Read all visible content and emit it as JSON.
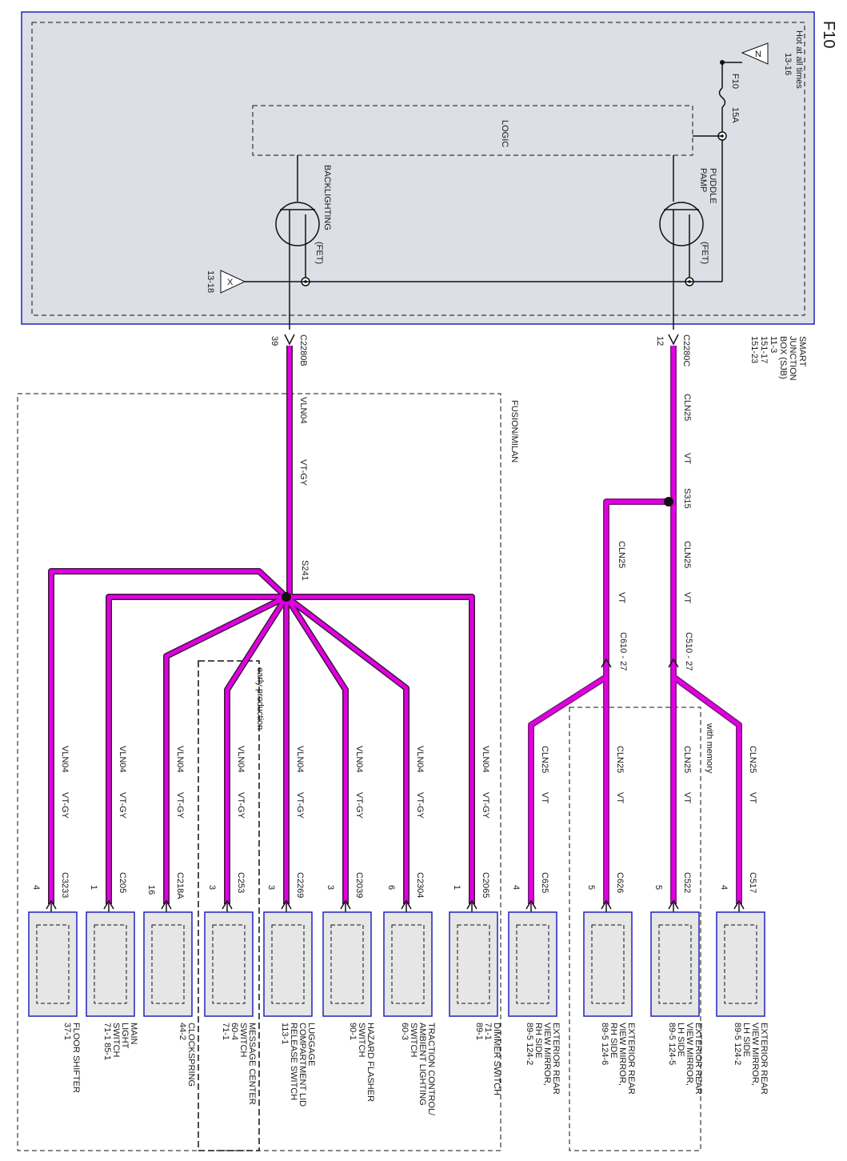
{
  "page_label": "F10",
  "colors": {
    "wire": "#e000e0",
    "wire_dark": "#7a1a7a",
    "box_blue": "#2222bb",
    "box_fill": "#e6e6e6",
    "line": "#111111"
  },
  "power": {
    "hot_label": "Hot at all times",
    "hot_ref": "13-16",
    "hot_letter": "N",
    "fuse_name": "F10",
    "fuse_rating": "15A",
    "logic_label": "LOGIC",
    "puddle_label_1": "PUDDLE",
    "puddle_label_2": "PAMP",
    "backlight_label": "BACKLIGHTING",
    "fet_label": "(FET)",
    "ground_letter": "X",
    "ground_ref": "13-18"
  },
  "sjb": {
    "label_lines": [
      "SMART",
      "JUNCTION",
      "BOX (SJB)",
      "11-3",
      "151-17",
      "151-23"
    ],
    "conn_c": "C2280C",
    "pin_c": "12",
    "conn_b": "C2280B",
    "pin_b": "39"
  },
  "upper_circuit": {
    "circuit": "CLN25",
    "color": "VT",
    "splice": "S315",
    "conn_left": "C610 - 27",
    "conn_right": "C510 - 27",
    "with_memory": "with memory"
  },
  "lower_circuit": {
    "region_label": "FUSION/MILAN",
    "circuit": "VLN04",
    "color": "VT-GY",
    "splice": "S241",
    "early_production": "early production"
  },
  "components": [
    {
      "conn": "C517",
      "pin": "4",
      "wire_circuit": "CLN25",
      "wire_color": "VT",
      "lines": [
        "EXTERIOR REAR",
        "VIEW MIRROR,",
        "LH SIDE",
        "89-5   124-2"
      ]
    },
    {
      "conn": "C522",
      "pin": "5",
      "wire_circuit": "CLN25",
      "wire_color": "VT",
      "lines": [
        "EXTERIOR REAR",
        "VIEW MIRROR,",
        "LH SIDE",
        "89-5   124-5"
      ]
    },
    {
      "conn": "C626",
      "pin": "5",
      "wire_circuit": "CLN25",
      "wire_color": "VT",
      "lines": [
        "EXTERIOR REAR",
        "VIEW MIRROR,",
        "RH SIDE",
        "89-5   124-6"
      ]
    },
    {
      "conn": "C625",
      "pin": "4",
      "wire_circuit": "CLN25",
      "wire_color": "VT",
      "lines": [
        "EXTERIOR REAR",
        "VIEW MIRROR,",
        "RH SIDE",
        "89-5   124-2"
      ]
    },
    {
      "conn": "C2065",
      "pin": "1",
      "wire_circuit": "VLN04",
      "wire_color": "VT-GY",
      "lines": [
        "DIMMER SWITCH",
        "71-1",
        "89-1"
      ]
    },
    {
      "conn": "C2304",
      "pin": "6",
      "wire_circuit": "VLN04",
      "wire_color": "VT-GY",
      "lines": [
        "TRACTION CONTROL/",
        "AMBIENT LIGHTING",
        "SWITCH",
        "60-3"
      ]
    },
    {
      "conn": "C2039",
      "pin": "3",
      "wire_circuit": "VLN04",
      "wire_color": "VT-GY",
      "lines": [
        "HAZARD FLASHER",
        "SWITCH",
        "90-1"
      ]
    },
    {
      "conn": "C2269",
      "pin": "3",
      "wire_circuit": "VLN04",
      "wire_color": "VT-GY",
      "lines": [
        "LUGGAGE",
        "COMPARTMENT LID",
        "RELEASE SWITCH",
        "113-1"
      ]
    },
    {
      "conn": "C253",
      "pin": "3",
      "wire_circuit": "VLN04",
      "wire_color": "VT-GY",
      "lines": [
        "MESSAGE CENTER",
        "SWITCH",
        "60-4",
        "71-1"
      ]
    },
    {
      "conn": "C218A",
      "pin": "16",
      "wire_circuit": "VLN04",
      "wire_color": "VT-GY",
      "lines": [
        "CLOCKSPRING",
        "44-2"
      ]
    },
    {
      "conn": "C205",
      "pin": "1",
      "wire_circuit": "VLN04",
      "wire_color": "VT-GY",
      "lines": [
        "MAIN",
        "LIGHT",
        "SWITCH",
        "71-1   85-1"
      ]
    },
    {
      "conn": "C3233",
      "pin": "4",
      "wire_circuit": "VLN04",
      "wire_color": "VT-GY",
      "lines": [
        "FLOOR SHIFTER",
        "37-1"
      ]
    }
  ]
}
